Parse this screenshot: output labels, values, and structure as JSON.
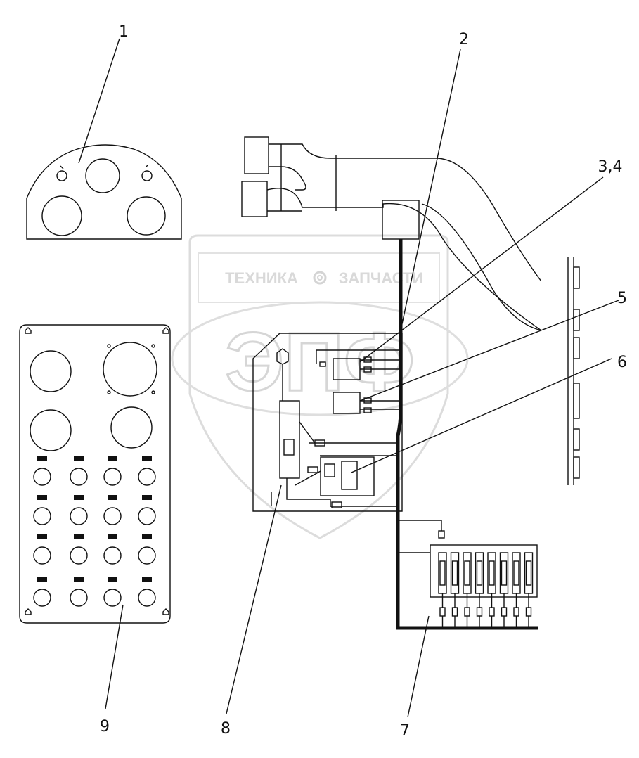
{
  "watermark": {
    "left_word": "ТЕХНИКА",
    "right_word": "ЗАПЧАСТИ",
    "logo_letters": "ЭПФ",
    "color": "#d6d6d6"
  },
  "callouts": {
    "c1": "1",
    "c2": "2",
    "c34": "3,4",
    "c5": "5",
    "c6": "6",
    "c7": "7",
    "c8": "8",
    "c9": "9"
  },
  "colors": {
    "line": "#111111",
    "background": "#ffffff"
  }
}
